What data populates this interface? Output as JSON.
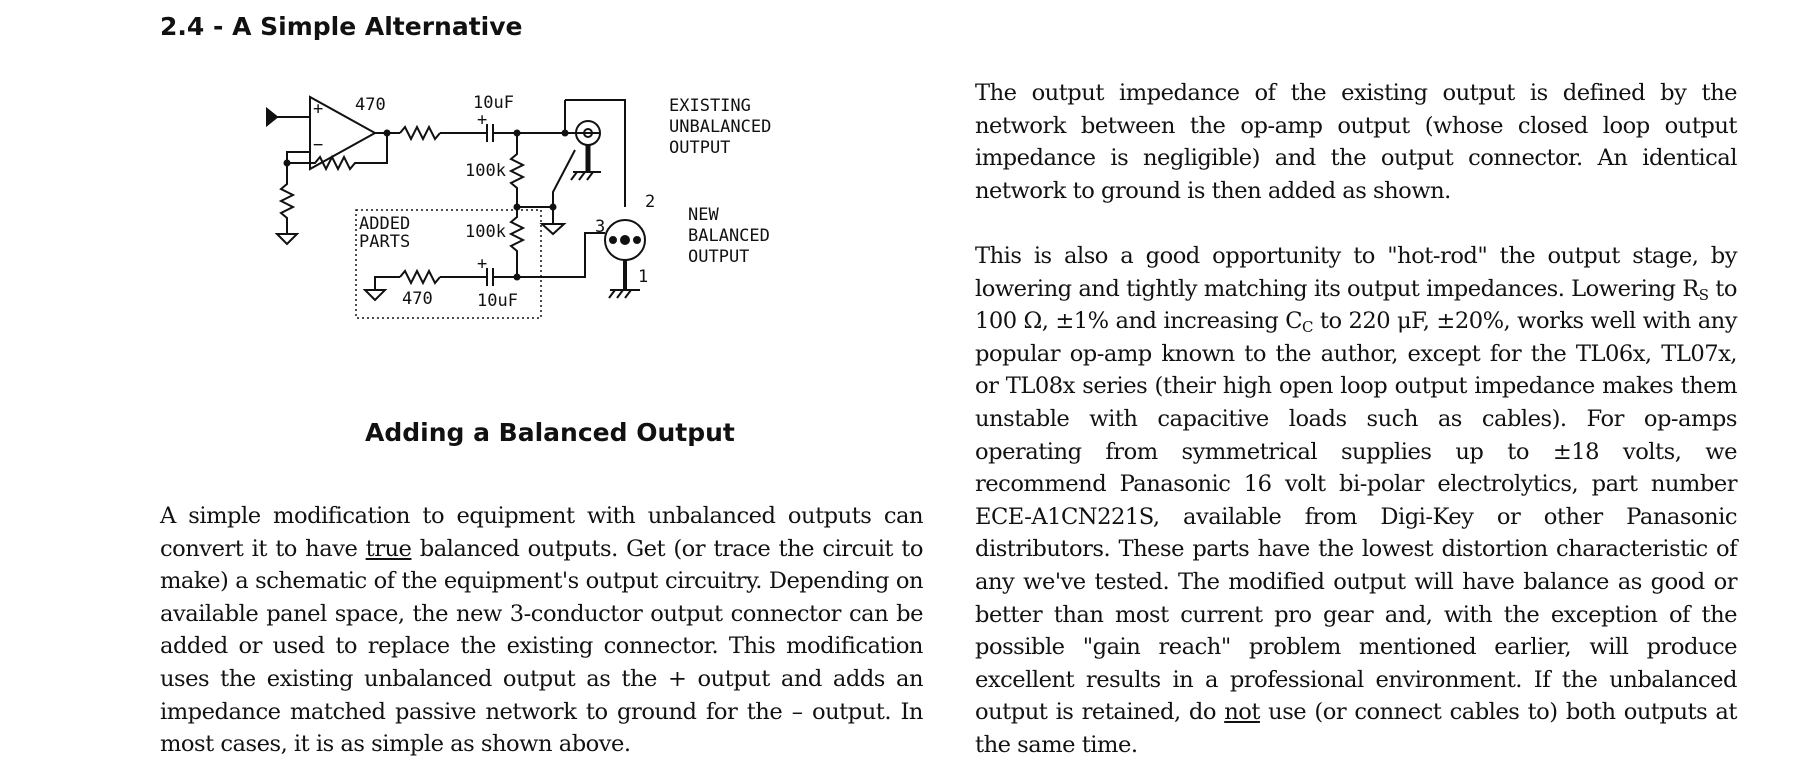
{
  "section_heading": "2.4 - A Simple Alternative",
  "figure": {
    "caption": "Adding a Balanced Output",
    "labels": {
      "r1": "470",
      "c1": "10uF",
      "r_100k_top": "100k",
      "r_100k_bottom": "100k",
      "added_parts_1": "ADDED",
      "added_parts_2": "PARTS",
      "r2": "470",
      "c2": "10uF",
      "existing_1": "EXISTING",
      "existing_2": "UNBALANCED",
      "existing_3": "OUTPUT",
      "new_1": "NEW",
      "new_2": "BALANCED",
      "new_3": "OUTPUT",
      "pin1": "1",
      "pin2": "2",
      "pin3": "3",
      "plus_opamp": "+",
      "minus_opamp": "−",
      "plus_c1": "+",
      "plus_c2": "+"
    }
  },
  "left_paragraph": {
    "part1": "A simple modification to equipment with unbalanced outputs can convert it to have ",
    "underlined": "true",
    "part2": " balanced outputs. Get (or trace the circuit to make) a schematic of the equipment's output circuitry. Depending on available panel space, the new 3-conductor output connector can be added or used to replace the existing connector. This modification uses the existing unbalanced output as the + output and adds an impedance matched passive network to ground for the – output. In most cases, it is as simple as shown above."
  },
  "right_paragraph_1": "The output impedance of the existing output is defined by the network between the op-amp output (whose closed loop output impedance is negligible) and the output connector. An identical network to ground is then added as shown.",
  "right_paragraph_2": {
    "part1": "This is also a good opportunity to \"hot-rod\" the output stage, by lowering and tightly matching its output impedances. Lowering R",
    "sub1": "S",
    "part2": " to 100 Ω, ±1% and increasing C",
    "sub2": "C",
    "part3": " to 220 μF, ±20%, works well with any popular op-amp known to the author, except for the TL06x, TL07x, or TL08x series (their high open loop output impedance makes them unstable with capacitive loads such as cables). For op-amps operating from symmetrical supplies up to ±18 volts, we recommend Panasonic 16 volt bi-polar electrolytics, part number ECE-A1CN221S, available from Digi-Key or other Panasonic distributors. These parts have the lowest distortion characteristic of any we've tested. The modified output will have balance as good or better than most current pro gear and, with the exception of the possible \"gain reach\" problem mentioned earlier, will produce excellent results in a professional environment. If the unbalanced output is retained, do ",
    "underlined": "not",
    "part4": " use (or connect cables to) both outputs at the same time."
  }
}
